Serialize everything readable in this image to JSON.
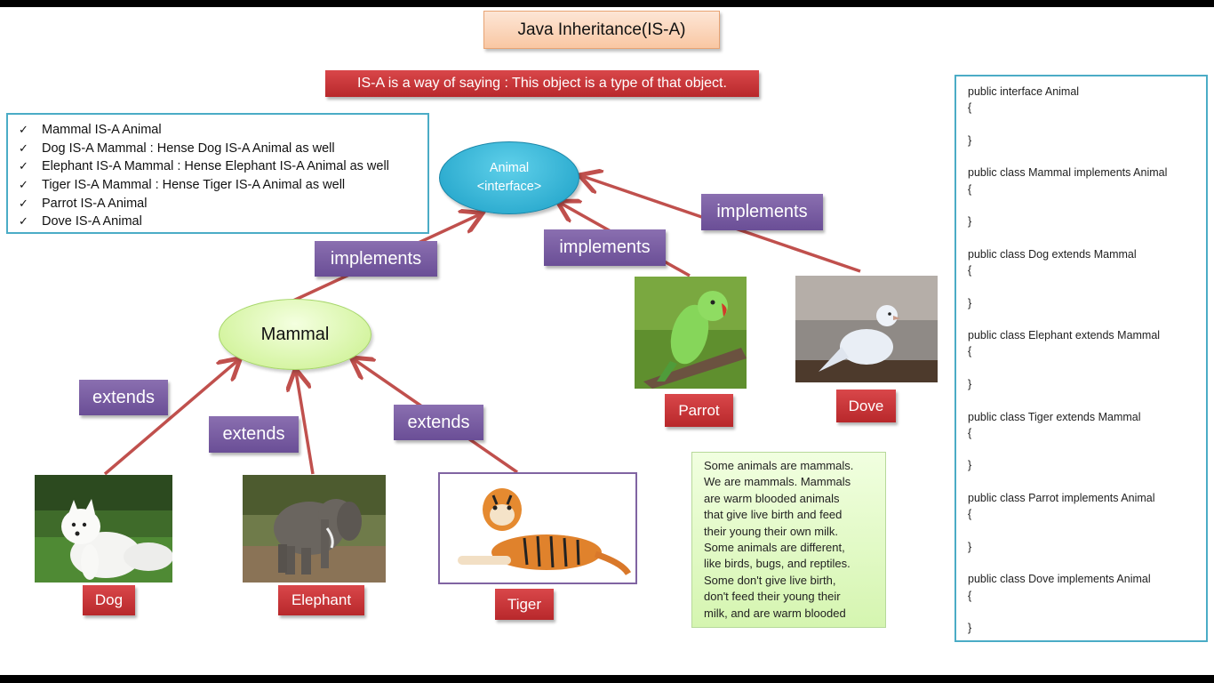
{
  "title": "Java Inheritance(IS-A)",
  "subtitle": "IS-A is a way of saying : This object is a type of that object.",
  "checklist": [
    "Mammal IS-A Animal",
    "Dog IS-A Mammal  :  Hense  Dog IS-A Animal as well",
    "Elephant IS-A Mammal  :  Hense Elephant IS-A Animal as well",
    "Tiger IS-A Mammal :  Hense Tiger IS-A Animal as well",
    "Parrot IS-A Animal",
    "Dove IS-A Animal"
  ],
  "check_glyph": "✓",
  "nodes": {
    "animal_line1": "Animal",
    "animal_line2": "<interface>",
    "mammal": "Mammal"
  },
  "relations": {
    "implements": "implements",
    "extends": "extends"
  },
  "captions": {
    "dog": "Dog",
    "elephant": "Elephant",
    "tiger": "Tiger",
    "parrot": "Parrot",
    "dove": "Dove"
  },
  "note_lines": [
    "Some animals are mammals.",
    "We are mammals. Mammals",
    "are warm  blooded animals",
    "that give live birth and feed",
    "their young their own milk.",
    "Some animals are different,",
    "like birds, bugs, and reptiles.",
    "Some don't give live birth,",
    "don't feed their young their",
    "milk, and are warm blooded"
  ],
  "code": [
    {
      "decl": "public interface Animal",
      "open": "{",
      "close": "}"
    },
    {
      "decl": "public class Mammal implements Animal",
      "open": "{",
      "close": "}"
    },
    {
      "decl": "public class Dog extends Mammal",
      "open": "{",
      "close": "}"
    },
    {
      "decl": "public class Elephant extends Mammal",
      "open": "{",
      "close": "}"
    },
    {
      "decl": "public class Tiger extends Mammal",
      "open": "{",
      "close": "}"
    },
    {
      "decl": "public class Parrot implements  Animal",
      "open": "{",
      "close": "}"
    },
    {
      "decl": "public class Dove implements Animal",
      "open": "{",
      "close": "}"
    }
  ],
  "colors": {
    "arrow": "#c0504d",
    "frame": "#4bacc6",
    "label_purple": "#7a5fa5",
    "label_red": "#c0504d",
    "tiger_frame": "#8064a2"
  },
  "icons": [
    "dog-photo",
    "elephant-photo",
    "tiger-photo",
    "parrot-photo",
    "dove-photo"
  ]
}
